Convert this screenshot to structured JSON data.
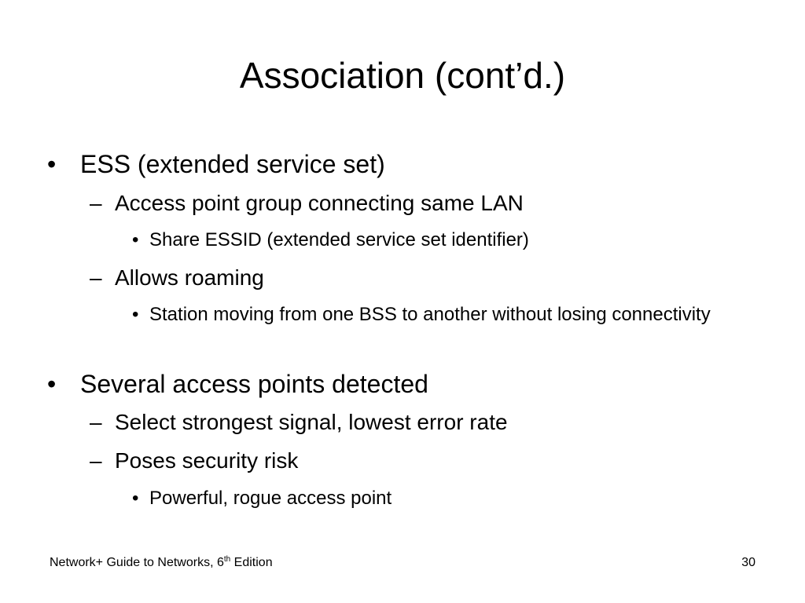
{
  "slide": {
    "title": "Association (cont’d.)",
    "bullets": [
      {
        "marker": "•",
        "text": "ESS (extended service set)"
      },
      {
        "marker": "–",
        "text": "Access point group connecting same LAN"
      },
      {
        "marker": "•",
        "text": "Share ESSID (extended service set identifier)"
      },
      {
        "marker": "–",
        "text": "Allows roaming"
      },
      {
        "marker": "•",
        "text": "Station moving from one BSS to another without losing connectivity"
      },
      {
        "marker": "•",
        "text": "Several access points detected"
      },
      {
        "marker": "–",
        "text": "Select strongest signal, lowest error rate"
      },
      {
        "marker": "–",
        "text": "Poses security risk"
      },
      {
        "marker": "•",
        "text": "Powerful, rogue access point"
      }
    ]
  },
  "footer": {
    "book_prefix": "Network+ Guide to Networks, 6",
    "book_superscript": "th",
    "book_suffix": " Edition",
    "page_number": "30"
  }
}
